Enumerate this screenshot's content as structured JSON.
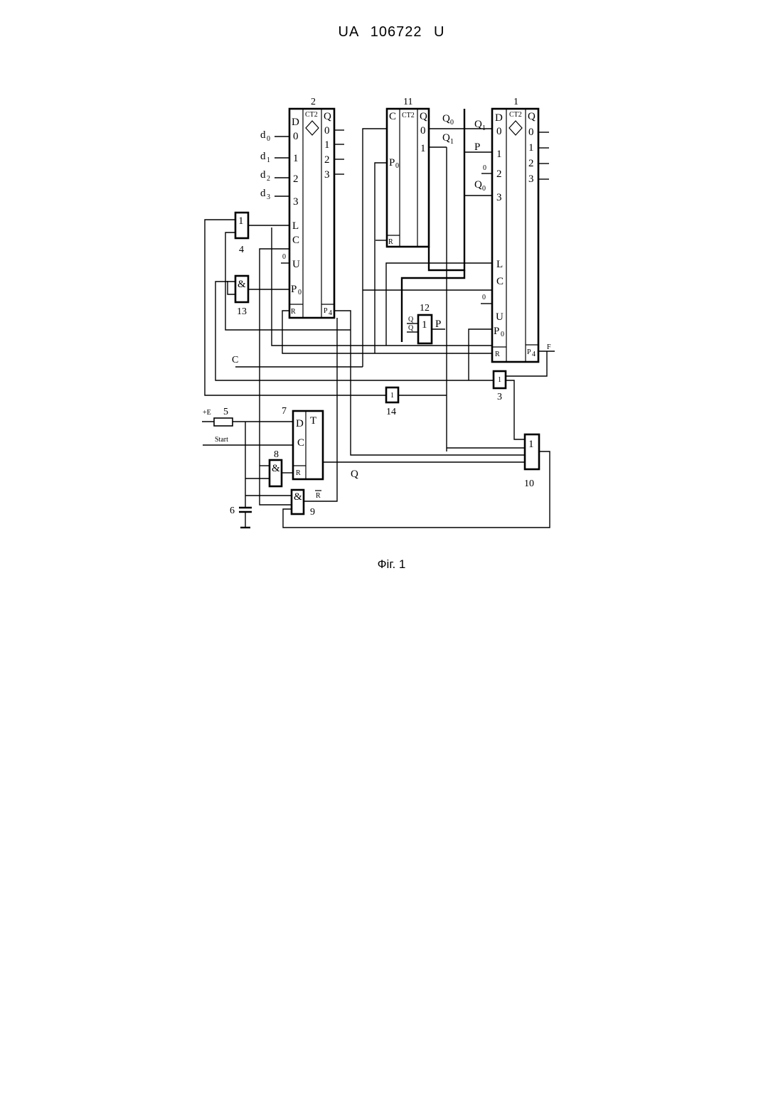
{
  "header": {
    "patent_number": "UA   106722   U"
  },
  "caption": {
    "figure_label": "Фіг. 1"
  },
  "blocks": {
    "b1": {
      "number": "1",
      "type": "CT2"
    },
    "b2": {
      "number": "2",
      "type": "CT2"
    },
    "b3": {
      "number": "3",
      "symbol": "1"
    },
    "b4": {
      "number": "4",
      "symbol": "1"
    },
    "b5": {
      "number": "5",
      "supply": "+E"
    },
    "b6": {
      "number": "6"
    },
    "b7": {
      "number": "7",
      "type": "T"
    },
    "b8": {
      "number": "8",
      "symbol": "&"
    },
    "b9": {
      "number": "9",
      "symbol": "&"
    },
    "b10": {
      "number": "10",
      "symbol": "1"
    },
    "b11": {
      "number": "11",
      "type": "CT2"
    },
    "b12": {
      "number": "12",
      "symbol": "1"
    },
    "b13": {
      "number": "13",
      "symbol": "&"
    },
    "b14": {
      "number": "14",
      "symbol": "1"
    }
  },
  "pins": {
    "D": "D",
    "C": "C",
    "L": "L",
    "U": "U",
    "R": "R",
    "Q": "Q",
    "p0": "0",
    "p1": "1",
    "p2": "2",
    "p3": "3",
    "P0": "P",
    "P0_sub": "0",
    "P4": "P",
    "P4_sub": "4"
  },
  "signals": {
    "d0": "d",
    "d0_sub": "0",
    "d1": "d",
    "d1_sub": "1",
    "d2": "d",
    "d2_sub": "2",
    "d3": "d",
    "d3_sub": "3",
    "Q0": "Q",
    "Q0_sub": "0",
    "Q1": "Q",
    "Q1_sub": "1",
    "P": "P",
    "zero": "0",
    "C": "C",
    "F": "F",
    "start": "Start",
    "Q": "Q",
    "R_bar": "R"
  }
}
